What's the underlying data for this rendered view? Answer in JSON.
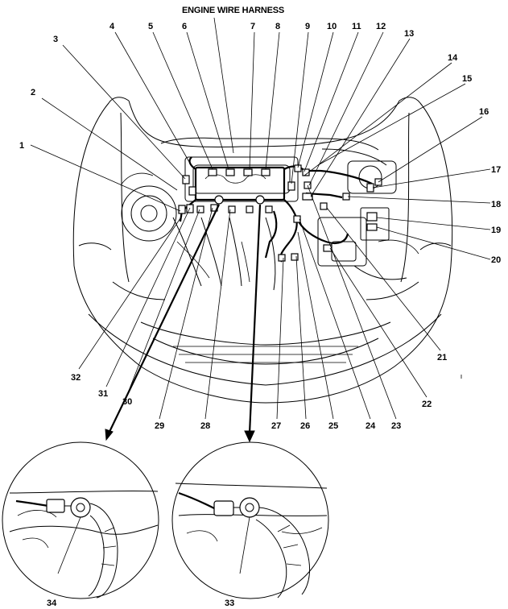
{
  "title": "ENGINE WIRE HARNESS",
  "callouts": [
    "1",
    "2",
    "3",
    "4",
    "5",
    "6",
    "7",
    "8",
    "9",
    "10",
    "11",
    "12",
    "13",
    "14",
    "15",
    "16",
    "17",
    "18",
    "19",
    "20",
    "21",
    "22",
    "23",
    "24",
    "25",
    "26",
    "27",
    "28",
    "29",
    "30",
    "31",
    "32",
    "33",
    "34"
  ]
}
